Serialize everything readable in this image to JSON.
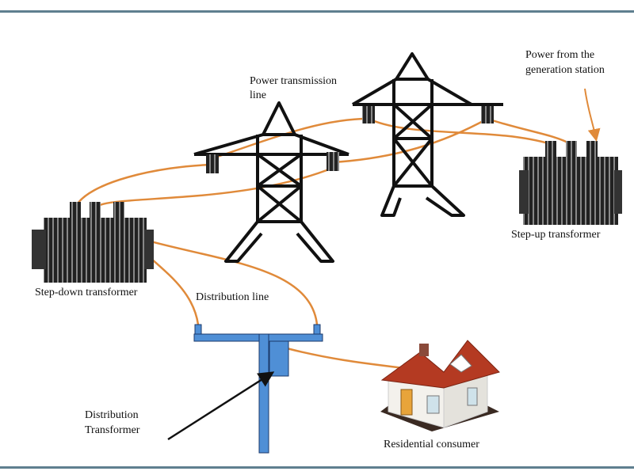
{
  "colors": {
    "wire": "#e08a3a",
    "tower": "#111111",
    "pole": "#4f8fd6",
    "frame": "#5f7f8f",
    "roof": "#b43a22"
  },
  "labels": {
    "transmission_line": [
      "Power transmission",
      "line"
    ],
    "generation": [
      "Power from the",
      "generation station"
    ],
    "step_up": "Step-up transformer",
    "step_down": "Step-down transformer",
    "distribution_line": "Distribution line",
    "distribution_transformer": [
      "Distribution",
      "Transformer"
    ],
    "residential": "Residential consumer"
  }
}
